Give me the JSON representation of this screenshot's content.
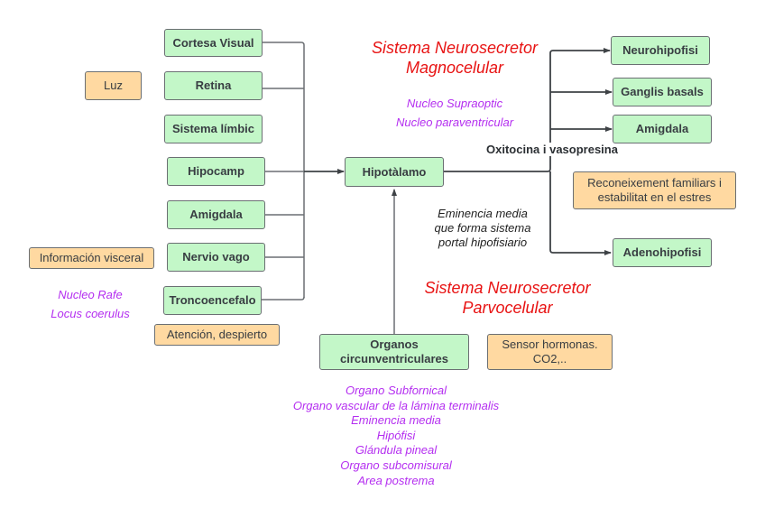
{
  "colors": {
    "node_green": "#c3f7c8",
    "node_orange": "#ffd9a1",
    "heading_red": "#e81313",
    "annotation_purple": "#b42ef0",
    "connector": "#5e6266"
  },
  "inputs": [
    {
      "id": "cortesa-visual",
      "label": "Cortesa Visual"
    },
    {
      "id": "retina",
      "label": "Retina"
    },
    {
      "id": "sistema-limbic",
      "label": "Sistema límbic"
    },
    {
      "id": "hipocamp",
      "label": "Hipocamp"
    },
    {
      "id": "amigdala-in",
      "label": "Amigdala"
    },
    {
      "id": "nervio-vago",
      "label": "Nervio vago"
    },
    {
      "id": "troncoencefalo",
      "label": "Troncoencefalo"
    }
  ],
  "input_notes": {
    "luz": "Luz",
    "informacion_visceral": "Información visceral",
    "atencion": "Atención, despierto",
    "nucleo_rafe": "Nucleo Rafe",
    "locus_coerulus": "Locus coerulus"
  },
  "center": {
    "label": "Hipotàlamo"
  },
  "magnocelular": {
    "title_line1": "Sistema Neurosecretor",
    "title_line2": "Magnocelular",
    "nucleo_supraoptic": "Nucleo Supraoptic",
    "nucleo_paraventricular": "Nucleo paraventricular",
    "hormones_label": "Oxitocina i vasopresina"
  },
  "outputs": [
    {
      "id": "neurohipofisi",
      "label": "Neurohipofisi"
    },
    {
      "id": "ganglis-basals",
      "label": "Ganglis basals"
    },
    {
      "id": "amigdala-out",
      "label": "Amigdala"
    },
    {
      "id": "adenohipofisi",
      "label": "Adenohipofisi"
    }
  ],
  "output_note": {
    "line1": "Reconeixement familiars i",
    "line2": "estabilitat en el estres"
  },
  "portal_note": {
    "line1": "Eminencia media",
    "line2": "que forma sistema",
    "line3": "portal hipofisiario"
  },
  "parvocelular": {
    "title_line1": "Sistema Neurosecretor",
    "title_line2": "Parvocelular"
  },
  "organos": {
    "label_line1": "Organos",
    "label_line2": "circunventriculares",
    "sensor_line1": "Sensor hormonas.",
    "sensor_line2": "CO2,..",
    "list": [
      "Organo Subfornical",
      "Organo vascular de la lámina terminalis",
      "Eminencia media",
      "Hipófisi",
      "Glándula pineal",
      "Organo subcomisural",
      "Area postrema"
    ]
  }
}
